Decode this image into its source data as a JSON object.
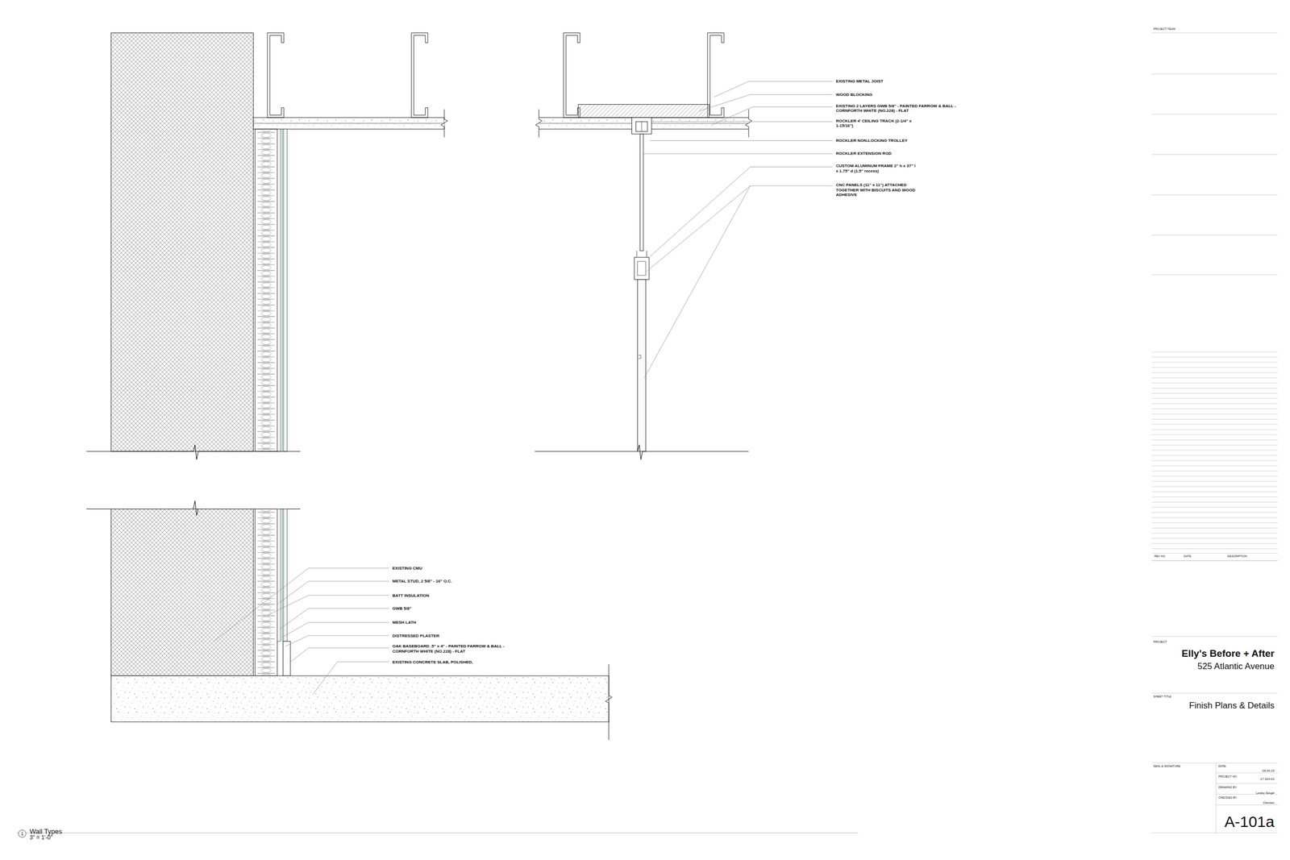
{
  "diagram": {
    "labels": [
      "EXISTING METAL JOIST",
      "WOOD BLOCKING",
      "EXISTING 2 LAYERS GWB 5/8\" - PAINTED FARROW & BALL - CORNFORTH WHITE (NO.228) - FLAT",
      "ROCKLER 4' CEILING TRACK (2-1/4\" x 1-15/16\")",
      "ROCKLER NON-LOCKING TROLLEY",
      "ROCKLER EXTENSION ROD",
      "CUSTOM ALUMINUM FRAME 2\" h x 37\" l x 1.75\" d (1.5\" recess)",
      "CNC PANELS (11\" x 11\") ATTACHED TOGETHER WITH BISCUITS AND WOOD ADHESIVE",
      "EXISTING CMU",
      "METAL STUD, 2 5/8\" - 16\" O.C.",
      "BATT INSULATION",
      "GWB 5/8\"",
      "MESH LATH",
      "DISTRESSED PLASTER",
      "OAK BASEBOARD .5\" x 4\" - PAINTED FARROW & BALL - CORNFORTH WHITE (NO.228) - FLAT",
      "EXISTING CONCRETE SLAB, POLISHED,",
      "1",
      "Wall Types",
      "3\" = 1'-0\"",
      "PROJECT TEAM",
      "REV NO",
      "DATE",
      "DESCRIPTION",
      "PROJECT:",
      "Elly's Before + After",
      "525 Atlantic Avenue",
      "SHEET TITLE",
      "Finish Plans & Details",
      "SEAL & SIGNATURE",
      "DATE:",
      "05.04.23",
      "PROJECT NO:",
      "17-324-01",
      "DRAWING BY:",
      "Lesley Siegel",
      "CHECKED BY:",
      "Checker",
      "A-101a"
    ]
  }
}
